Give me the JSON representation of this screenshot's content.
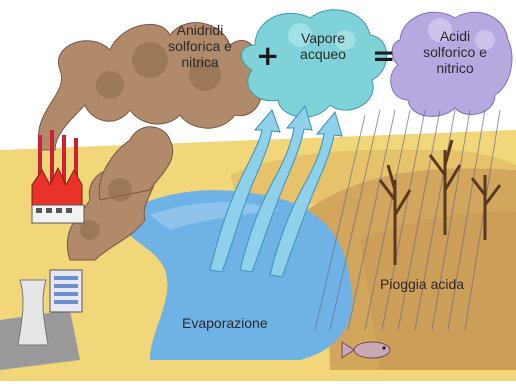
{
  "clouds": {
    "sulfur": {
      "line1": "Anidridi",
      "line2": "solforica e",
      "line3": "nitrica"
    },
    "vapor": {
      "line1": "Vapore",
      "line2": "acqueo"
    },
    "acids": {
      "line1": "Acidi",
      "line2": "solforico e",
      "line3": "nitrico"
    }
  },
  "operators": {
    "plus": "+",
    "equals": "="
  },
  "labels": {
    "evaporation": "Evaporazione",
    "acid_rain": "Pioggia acida"
  },
  "colors": {
    "sky": "#ffffff",
    "smoke": "#b08a6a",
    "vapor_cloud": "#7fd3d8",
    "acid_cloud": "#b7a9e0",
    "water": "#6fb2e6",
    "land": "#f1d77a",
    "hill": "#d8b56a",
    "chimney_red": "#e8322a",
    "evaporation_arrow": "#8fd0ea"
  }
}
